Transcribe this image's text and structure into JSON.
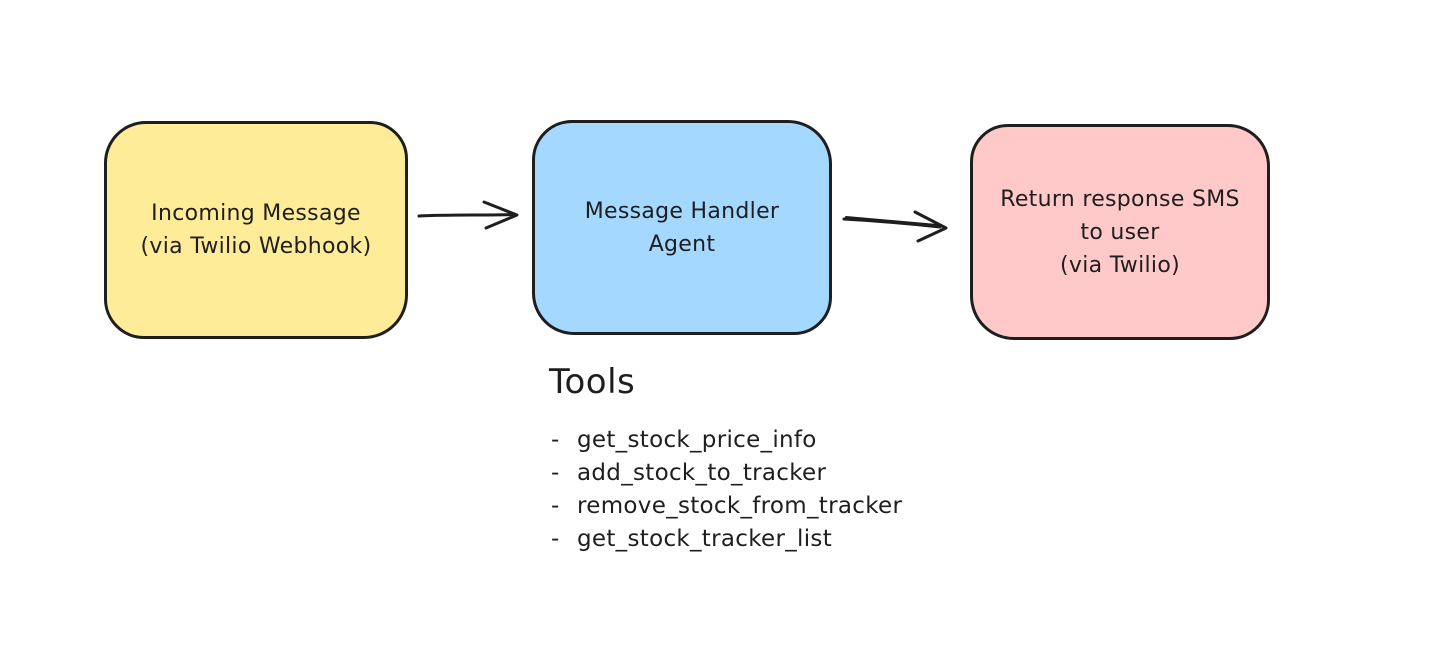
{
  "diagram": {
    "nodes": [
      {
        "id": "incoming-message",
        "lines": [
          "Incoming Message",
          "(via Twilio Webhook)"
        ],
        "fill": "#ffec99",
        "stroke": "#1e1e1e"
      },
      {
        "id": "message-handler-agent",
        "lines": [
          "Message Handler",
          "Agent"
        ],
        "fill": "#a5d8ff",
        "stroke": "#1e1e1e"
      },
      {
        "id": "return-response-sms",
        "lines": [
          "Return response SMS",
          "to user",
          "(via Twilio)"
        ],
        "fill": "#ffc9c9",
        "stroke": "#1e1e1e"
      }
    ],
    "connections": [
      {
        "from": "incoming-message",
        "to": "message-handler-agent"
      },
      {
        "from": "message-handler-agent",
        "to": "return-response-sms"
      }
    ],
    "tools": {
      "title": "Tools",
      "bullet": "-",
      "items": [
        "get_stock_price_info",
        "add_stock_to_tracker",
        "remove_stock_from_tracker",
        "get_stock_tracker_list"
      ]
    },
    "colors": {
      "background": "#ffffff",
      "ink": "#1e1e1e"
    }
  }
}
